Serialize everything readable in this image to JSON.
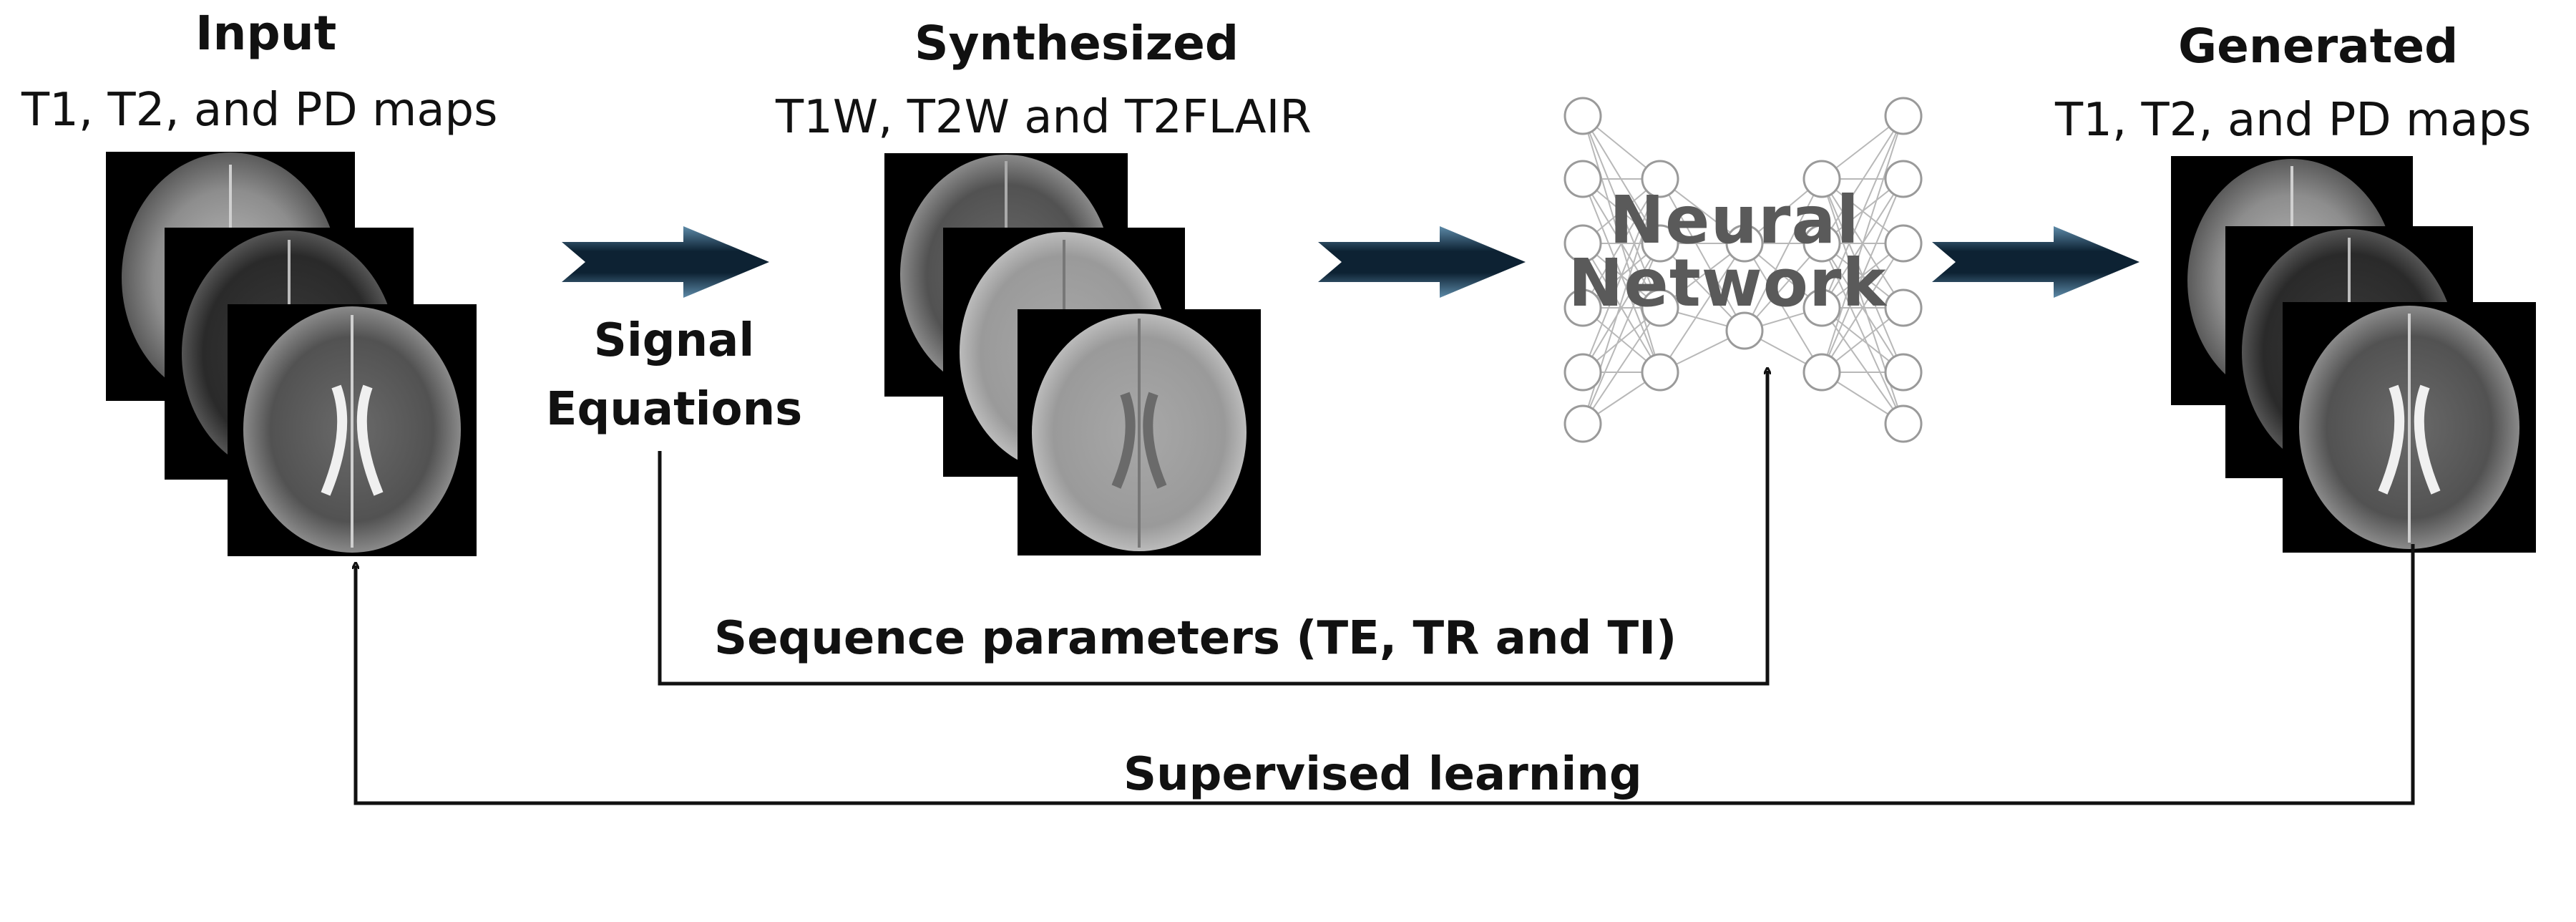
{
  "input": {
    "title": "Input",
    "subtitle": "T1, T2, and PD maps"
  },
  "synthesized": {
    "title": "Synthesized",
    "subtitle": "T1W, T2W and T2FLAIR"
  },
  "generated": {
    "title": "Generated",
    "subtitle": "T1, T2, and PD maps"
  },
  "signal_equations": {
    "line1": "Signal",
    "line2": "Equations"
  },
  "neural_network": {
    "line1": "Neural",
    "line2": "Network"
  },
  "sequence_parameters": "Sequence parameters (TE, TR and TI)",
  "supervised_learning": "Supervised learning",
  "colors": {
    "arrow_fill": "#0d2233",
    "arrow_edge": "#4a7a99",
    "node_stroke": "#9a9a9a",
    "image_bg": "#000000"
  }
}
